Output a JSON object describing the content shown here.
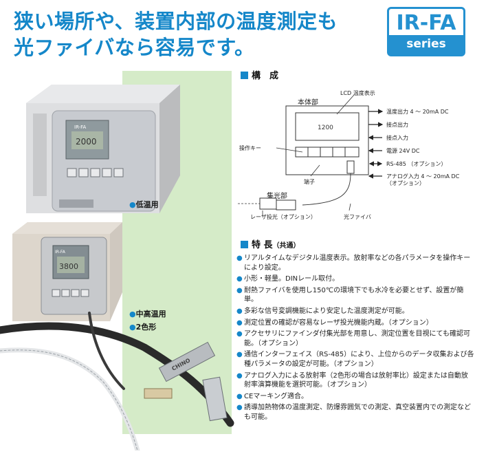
{
  "headline": {
    "line1": "狭い場所や、装置内部の温度測定も",
    "line2": "光ファイバなら容易です。"
  },
  "logo": {
    "name": "IR-FA",
    "series": "series"
  },
  "photos": {
    "low_temp_label": "低温用",
    "mid_high_temp_label": "中高温用",
    "two_color_label": "2色形",
    "device1_display": "2000",
    "device2_display": "3800",
    "device_brand": "IR-FA",
    "sensor_brand": "CHINO"
  },
  "config": {
    "title": "構　成",
    "main_unit": "本体部",
    "lcd_label": "LCD 温度表示",
    "display_value": "1200",
    "operation_keys": "操作キー",
    "terminal": "端子",
    "collector": "集光部",
    "laser": "レーザ投光（オプション）",
    "fiber": "光ファイバ",
    "outputs": [
      "温度出力 4 ～ 20mA DC",
      "接点出力",
      "接点入力",
      "電源 24V DC",
      "RS-485 （オプション）",
      "アナログ入力 4 ～ 20mA DC",
      "（オプション）"
    ]
  },
  "features": {
    "title": "特 長",
    "subtitle": "（共通）",
    "bullet": "●",
    "items": [
      "リアルタイムなデジタル温度表示。放射率などの各パラメータを操作キーにより設定。",
      "小形・軽量。DINレール取付。",
      "耐熱ファイバを使用し150℃の環境下でも水冷を必要とせず、設置が簡単。",
      "多彩な信号変調機能により安定した温度測定が可能。",
      "測定位置の確認が容易なレーザ投光機能内蔵。（オプション）",
      "アクセサリにファインダ付集光部を用意し、測定位置を目視にても確認可能。（オプション）",
      "通信インターフェイス（RS-485）により、上位からのデータ収集および各種パラメータの設定が可能。（オプション）",
      "アナログ入力による放射率（2色形の場合は放射率比）設定または自動放射率演算機能を選択可能。（オプション）",
      "CEマーキング適合。",
      "誘導加熱物体の温度測定、防爆雰囲気での測定、真空装置内での測定なども可能。"
    ]
  },
  "colors": {
    "accent": "#1587c9",
    "panel": "#d5ebc8"
  }
}
